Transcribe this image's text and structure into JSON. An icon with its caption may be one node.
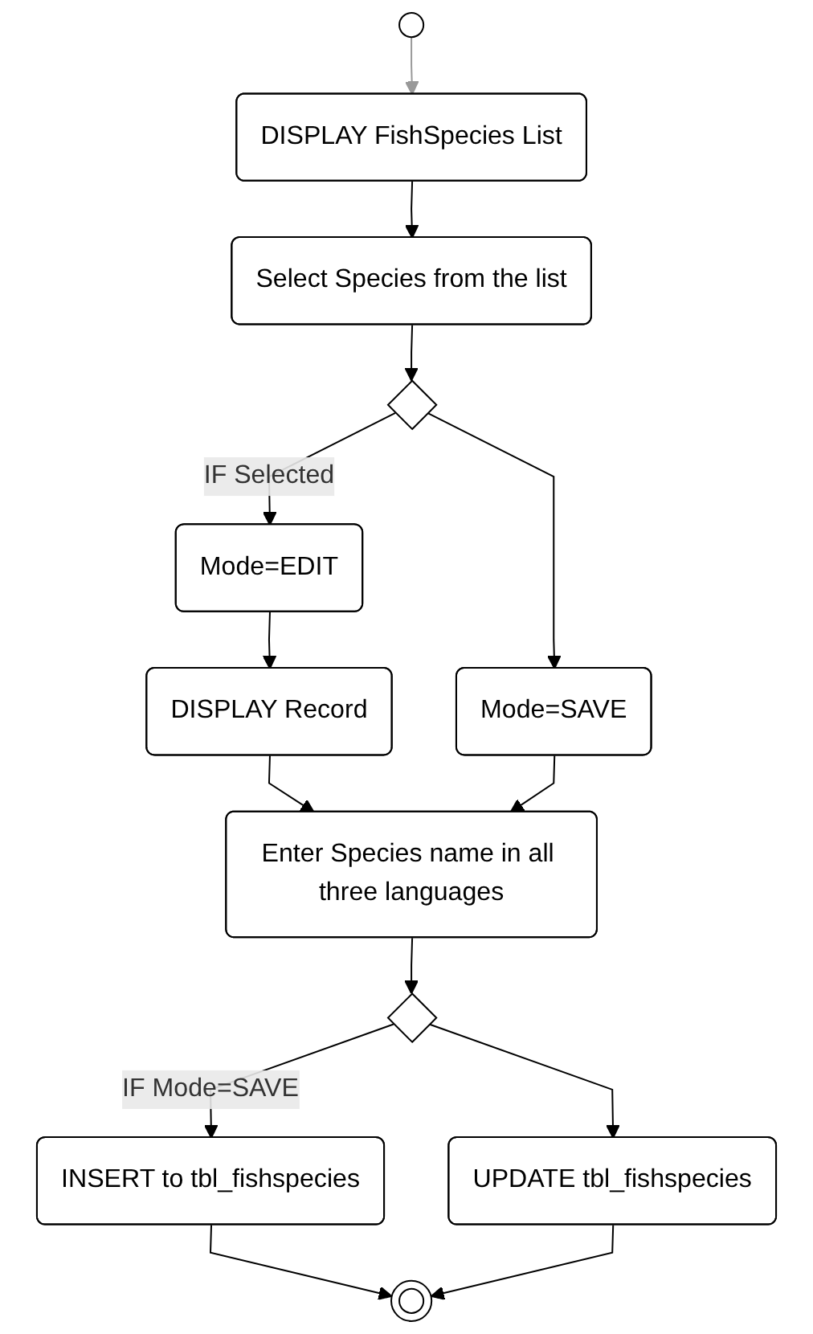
{
  "diagram": {
    "nodes": [
      {
        "text": [],
        "shape": "circle"
      },
      {
        "text": [
          "DISPLAY FishSpecies List"
        ]
      },
      {
        "text": [
          "Select Species from the list"
        ]
      },
      {
        "text": [],
        "shape": "diamond"
      },
      {
        "text": [
          "Mode=SAVE"
        ]
      },
      {
        "text": [
          "Mode=EDIT"
        ]
      },
      {
        "text": [
          "DISPLAY Record"
        ]
      },
      {
        "text": [
          "Enter Species name in all three languages"
        ]
      },
      {
        "text": [],
        "shape": "diamond"
      },
      {
        "text": [
          "UPDATE tbl_fishspecies"
        ]
      },
      {
        "text": [
          "INSERT to tbl_fishspecies"
        ]
      },
      {
        "text": [],
        "shape": "circle"
      }
    ],
    "edges": [
      {
        "from": 0,
        "to": 1,
        "arrow": "to",
        "color": "#999999"
      },
      {
        "from": 1,
        "to": 2,
        "arrow": "to"
      },
      {
        "from": 2,
        "to": 3,
        "arrow": "to"
      },
      {
        "from": 3,
        "to": 4,
        "arrow": "to"
      },
      {
        "from": 3,
        "to": 5,
        "arrow": "to",
        "label": "IF Selected"
      },
      {
        "from": 5,
        "to": 6,
        "arrow": "to"
      },
      {
        "from": 6,
        "to": 7,
        "arrow": "to"
      },
      {
        "from": 4,
        "to": 7,
        "arrow": "to"
      },
      {
        "from": 7,
        "to": 8,
        "arrow": "to"
      },
      {
        "from": 8,
        "to": 9,
        "arrow": "to"
      },
      {
        "from": 8,
        "to": 10,
        "arrow": "to",
        "label": "IF Mode=SAVE"
      },
      {
        "from": 10,
        "to": 11,
        "arrow": "to"
      },
      {
        "from": 9,
        "to": 11,
        "arrow": "to"
      }
    ]
  }
}
